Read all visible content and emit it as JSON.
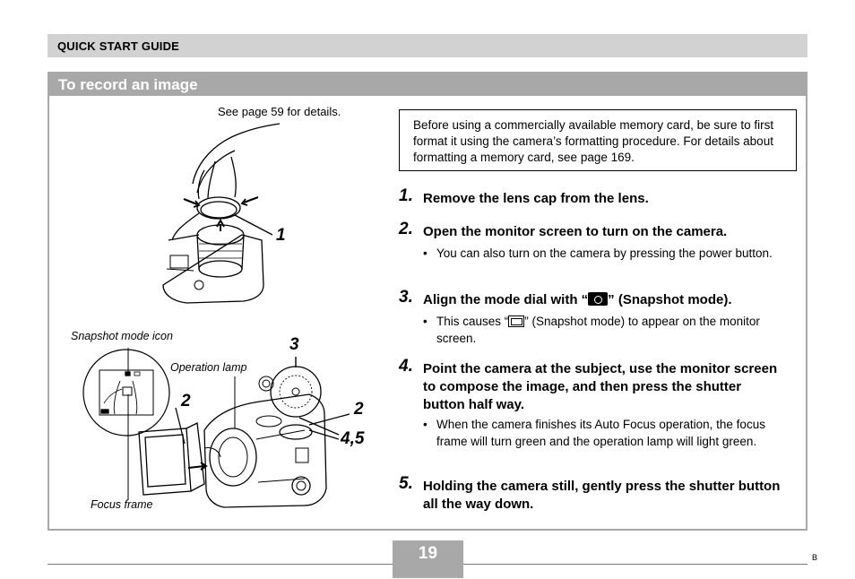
{
  "header": {
    "section": "QUICK START GUIDE"
  },
  "panel": {
    "title": "To record an image"
  },
  "see_page": "See page 59 for details.",
  "note": "Before using a commercially available memory card, be sure to first format it using the camera’s formatting procedure. For details about formatting a memory card, see page 169.",
  "steps": [
    {
      "num": "1.",
      "text": "Remove the lens cap from the lens."
    },
    {
      "num": "2.",
      "text": "Open the monitor screen to turn on the camera."
    },
    {
      "num": "3.",
      "text_pre": "Align the mode dial with “",
      "text_post": "” (Snapshot mode).",
      "icon": "camera-icon"
    },
    {
      "num": "4.",
      "text": "Point the camera at the subject, use the monitor screen to compose the image, and then press the shutter button half way."
    },
    {
      "num": "5.",
      "text": "Holding the camera still, gently press the shutter button all the way down."
    }
  ],
  "bullets": {
    "b2": "You can also turn on the camera by pressing the power button.",
    "b3_pre": "This causes “",
    "b3_post": "” (Snapshot mode) to appear on the monitor screen.",
    "b4": "When the camera finishes its Auto Focus operation, the focus frame will turn green and the operation lamp will light green.",
    "dot": "•"
  },
  "callouts": {
    "snapshot_mode_icon": "Snapshot mode icon",
    "operation_lamp": "Operation lamp",
    "focus_frame": "Focus frame",
    "n1": "1",
    "n3": "3",
    "n2a": "2",
    "n2b": "2",
    "n45": "4,5"
  },
  "page_number": "19",
  "footer_mark": "B",
  "colors": {
    "bar_light": "#d2d2d2",
    "bar_dark": "#a8a8a8"
  }
}
